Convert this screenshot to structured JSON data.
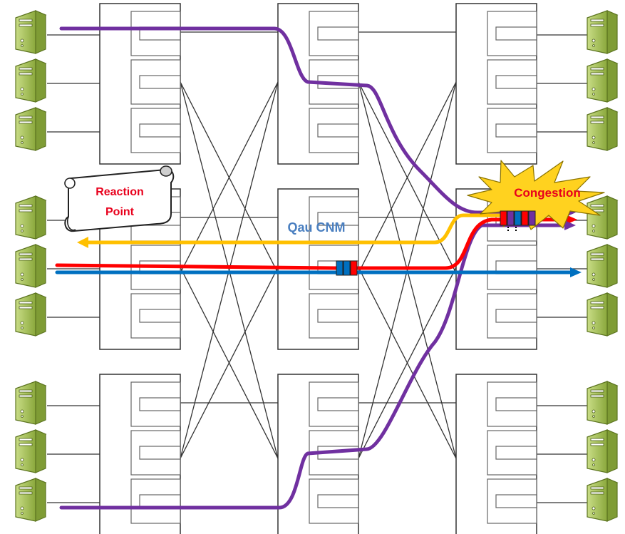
{
  "labels": {
    "reaction_point": [
      "Reaction",
      "Point"
    ],
    "qau_cnm": "Qau CNM",
    "congestion": "Congestion"
  },
  "colors": {
    "reaction_text": "#e8001c",
    "qau_text": "#4a7fc0",
    "congestion_text": "#e8001c",
    "burst_fill": "#ffd21f",
    "burst_stroke": "#9a8200",
    "purple_flow": "#7030a0",
    "red_flow": "#ff0000",
    "blue_flow": "#0070c0",
    "orange_flow": "#ffc000",
    "server_body": "#a9c45a",
    "server_dark": "#6f8a2a",
    "switch_stroke": "#333333",
    "port_stroke": "#555555"
  },
  "icons": {
    "server": "server-tower-icon",
    "scroll": "scroll-banner-icon",
    "burst": "explosion-burst-icon",
    "arrow": "arrow-head-icon",
    "queue": "packet-queue-icon"
  },
  "diagram": {
    "flows": [
      "purple",
      "purple",
      "red",
      "blue",
      "orange"
    ],
    "switch_columns": 3,
    "switch_rows": 3,
    "servers_per_edge_switch": 3
  }
}
